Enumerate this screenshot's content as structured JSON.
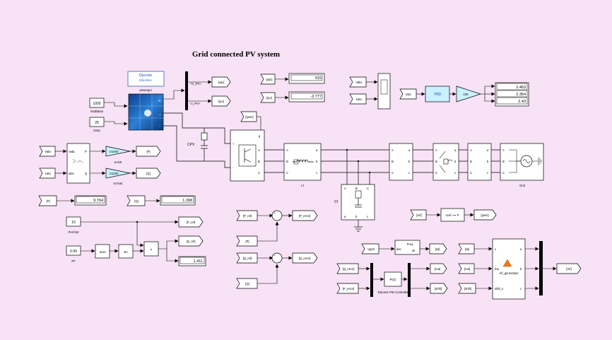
{
  "title": "Grid connected PV system",
  "powergui": {
    "mode": "Discrete",
    "ts": "2.5e-08 s.",
    "label": "powergui"
  },
  "inputs": {
    "irradiation_value": "1000",
    "irradiation_label": "irradiation",
    "temp_value": "25",
    "temp_label": "temp"
  },
  "pv_outputs": {
    "v_label": "<V_PV>",
    "i_label": "<I_PV>",
    "v_tag": "[vpv]",
    "i_tag": "[ipv]"
  },
  "pv_display": {
    "v_from": "[vpv]",
    "v_value": "915",
    "i_from": "[ipv]",
    "i_value": "-2.777"
  },
  "scope": {
    "in1": "Vabc",
    "in2": "Iabc"
  },
  "thd": {
    "in": "Iabc",
    "block": "THD",
    "gain": "100",
    "values": [
      "2.463",
      "2.354",
      "2.43"
    ]
  },
  "components": {
    "cpv": "CPV",
    "lf": "Lf",
    "cf": "Cf",
    "grid": "Grid",
    "pwm_in": "[pwm]"
  },
  "port_labels": {
    "a": "a",
    "b": "b",
    "c": "c",
    "A": "A",
    "B": "B",
    "C": "C",
    "g": "g",
    "plus": "+",
    "minus": "-"
  },
  "power_meas": {
    "in_v": "Vabc",
    "in_i": "Iabc",
    "port_v": "Vabc",
    "port_i": "Iabc",
    "port_p": "P",
    "port_q": "Q",
    "gain_p": "1/1000",
    "gain_q": "1/1000",
    "p_unit": "to kW",
    "q_unit": "to kVar",
    "p_tag": "[P]",
    "q_tag": "[Q]"
  },
  "pq_display": {
    "p_from": "[P]",
    "p_value": "9.764",
    "q_from": "[Q]",
    "q_value": "1.398"
  },
  "reference": {
    "pref_value": "10",
    "pref_label": "Pref kW",
    "pf_value": "0.99",
    "pf_label": "PF",
    "acos": "acos",
    "sin": "sin",
    "mult": "×",
    "p_ref_tag": "{P_ref}",
    "q_ref_tag": "{Q_ref}",
    "q_display": "1.411"
  },
  "error_sum": {
    "p_ref": "[P_ref]",
    "p": "[P]",
    "p_error": "[P_error]",
    "q_ref": "[Q_ref]",
    "q": "[Q]",
    "q_error": "[Q_error]",
    "plus": "+",
    "minus": "-"
  },
  "pwm_gen": {
    "ref_in": "[ref]",
    "block": "Uref ⟶ P",
    "out": "[pwm]"
  },
  "pll": {
    "in": "Vgrid",
    "block_line1": "Freq",
    "port_abc": "abc",
    "port_wt": "wt",
    "out": "[wt]"
  },
  "pid": {
    "in1": "[Q_error]",
    "in2": "[P_error]",
    "block": "PI(z)",
    "label": "Discrete PID Controller",
    "out1": "[ma]",
    "out2": "[shift]"
  },
  "ref_gen": {
    "in_wt": "[wt]",
    "in_ma": "[ma]",
    "in_shift": "[shift]",
    "port_x": "x",
    "port_ma": "ma",
    "port_shift": "shift_s",
    "port_a": "a",
    "port_b": "b",
    "port_c": "c",
    "name": "ref_generation",
    "out": "[ref]"
  }
}
